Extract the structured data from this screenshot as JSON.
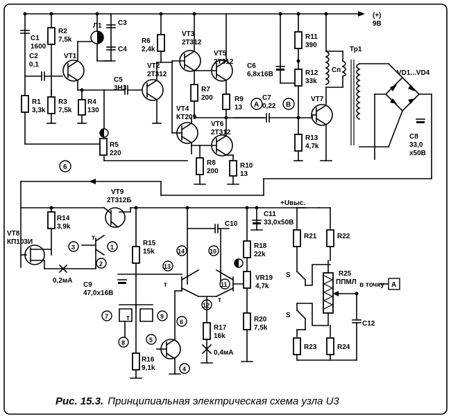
{
  "caption": {
    "prefix": "Рис. 15.3.",
    "text": "Принципиальная электрическая схема узла U3"
  },
  "supply": {
    "polarity": "(+)",
    "voltage": "9В",
    "uvys": "+Uвыс."
  },
  "nodes": {
    "a": "А",
    "b": "В",
    "six": "6",
    "to_point": "в точку",
    "point_a": "А"
  },
  "components": {
    "c1": [
      "C1",
      "1600"
    ],
    "c2": [
      "C2",
      "0,1"
    ],
    "r1": [
      "R1",
      "3,3k"
    ],
    "r2": [
      "R2",
      "7,5k"
    ],
    "vt1": [
      "VT1"
    ],
    "r3": [
      "R3",
      "7,5k"
    ],
    "r4": [
      "R4",
      "130"
    ],
    "l1": [
      "Л1"
    ],
    "c3": [
      "C3"
    ],
    "c4": [
      "C4"
    ],
    "r5": [
      "R5",
      "220"
    ],
    "c5": [
      "C5",
      "3Н3"
    ],
    "r6": [
      "R6",
      "2,4k"
    ],
    "vt2": [
      "VT2",
      "2Т312"
    ],
    "vt3": [
      "VT3",
      "2Т312"
    ],
    "vt5": [
      "VT5",
      "2Т312"
    ],
    "r7": [
      "R7",
      "200"
    ],
    "r9": [
      "R9",
      "13"
    ],
    "vt4": [
      "VT4",
      "КТ209"
    ],
    "vt6": [
      "VT6",
      "2Т312"
    ],
    "r8": [
      "R8",
      "200"
    ],
    "r10": [
      "R10",
      "13"
    ],
    "c6": [
      "C6",
      "6,8x16В"
    ],
    "c7": [
      "C7",
      "0,22"
    ],
    "r11": [
      "R11",
      "390"
    ],
    "r12": [
      "R12",
      "33k"
    ],
    "r13": [
      "R13",
      "4,7k"
    ],
    "vt7": [
      "VT7"
    ],
    "cp": [
      "Cп"
    ],
    "tp1": [
      "Тр1"
    ],
    "vd": [
      "VD1...VD4"
    ],
    "c8": [
      "C8",
      "33,0",
      "x50В"
    ],
    "vt9": [
      "VT9",
      "2Т312Б"
    ],
    "r14": [
      "R14",
      "3,9k"
    ],
    "vt8": [
      "VT8",
      "КП103И"
    ],
    "ma1": [
      "0,2мА"
    ],
    "c9": [
      "C9",
      "47,0x16В"
    ],
    "r15": [
      "R15",
      "15k"
    ],
    "r16": [
      "R16",
      "9,1k"
    ],
    "r17": [
      "R17",
      "16k"
    ],
    "ma2": [
      "0,4мА"
    ],
    "c10": [
      "C10"
    ],
    "c11": [
      "C11",
      "33,0x50В"
    ],
    "r18": [
      "R18",
      "22k"
    ],
    "vr19": [
      "VR19",
      "4,7k"
    ],
    "r20": [
      "R20",
      "7,5k"
    ],
    "r21": [
      "R21"
    ],
    "r22": [
      "R22"
    ],
    "r25": [
      "R25",
      "ППМЛ"
    ],
    "r23": [
      "R23"
    ],
    "r24": [
      "R24"
    ],
    "c12": [
      "C12"
    ]
  },
  "pins": {
    "p1": "1",
    "p2": "2",
    "p3": "3",
    "p4": "4",
    "p5": "5",
    "p6": "6",
    "p7": "7",
    "p8": "8",
    "p9": "9",
    "p10": "10",
    "p11": "11",
    "p12": "12",
    "p13": "13",
    "p14": "14"
  },
  "marks": {
    "t": "т",
    "s": "S"
  }
}
